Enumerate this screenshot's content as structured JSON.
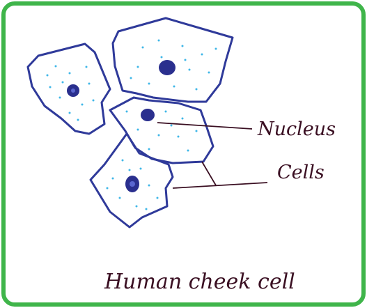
{
  "colors": {
    "frame": "#3fb54a",
    "cell_outline": "#2f3a9a",
    "granule": "#3fb7e8",
    "nucleus": "#2a2f8e",
    "ink": "#3a0f22"
  },
  "labels": {
    "nucleus": "Nucleus",
    "cells": "Cells",
    "title": "Human cheek cell"
  }
}
